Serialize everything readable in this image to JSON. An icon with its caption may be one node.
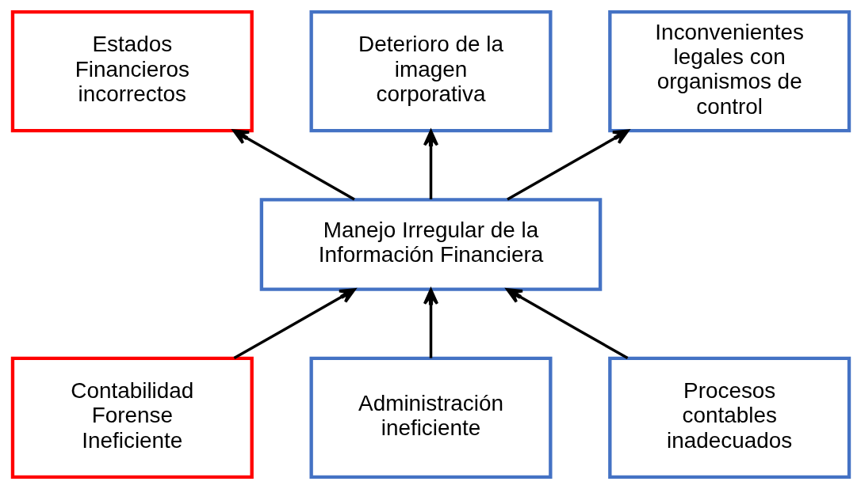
{
  "diagram": {
    "nodes": [
      {
        "text": [
          "Estados Financieros incorrectos"
        ]
      },
      {
        "text": [
          "Deterioro de la imagen corporativa"
        ]
      },
      {
        "text": [
          "Inconvenientes legales con organismos de control"
        ]
      },
      {
        "text": [
          "Manejo Irregular de la Información Financiera"
        ]
      },
      {
        "text": [
          "Contabilidad Forense Ineficiente"
        ]
      },
      {
        "text": [
          "Administración ineficiente"
        ]
      },
      {
        "text": [
          "Procesos contables inadecuados"
        ]
      }
    ],
    "edges": [
      {
        "from": 3,
        "to": 0,
        "arrow": "to"
      },
      {
        "from": 3,
        "to": 1,
        "arrow": "to"
      },
      {
        "from": 3,
        "to": 2,
        "arrow": "to"
      },
      {
        "from": 4,
        "to": 3,
        "arrow": "to"
      },
      {
        "from": 5,
        "to": 3,
        "arrow": "to"
      },
      {
        "from": 6,
        "to": 3,
        "arrow": "to"
      }
    ]
  }
}
